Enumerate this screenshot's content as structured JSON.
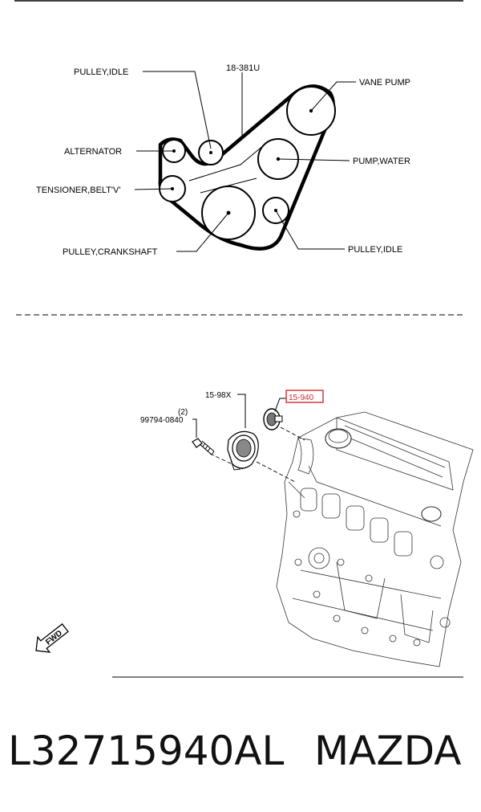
{
  "belt_diagram": {
    "part_number": "18-381U",
    "labels": {
      "pulley_idle_top": "PULLEY,IDLE",
      "vane_pump": "VANE PUMP",
      "alternator": "ALTERNATOR",
      "pump_water": "PUMP,WATER",
      "tensioner": "TENSIONER,BELT'V'",
      "pulley_crankshaft": "PULLEY,CRANKSHAFT",
      "pulley_idle_bottom": "PULLEY,IDLE"
    }
  },
  "engine_diagram": {
    "labels": {
      "part_1598x": "15-98X",
      "part_15940": "15-940",
      "qty": "(2)",
      "bolt": "99794-0840"
    },
    "fwd": "FWD",
    "highlight_color": "#d42a2a"
  },
  "caption": {
    "part_code": "L32715940AL",
    "brand": "MAZDA"
  }
}
